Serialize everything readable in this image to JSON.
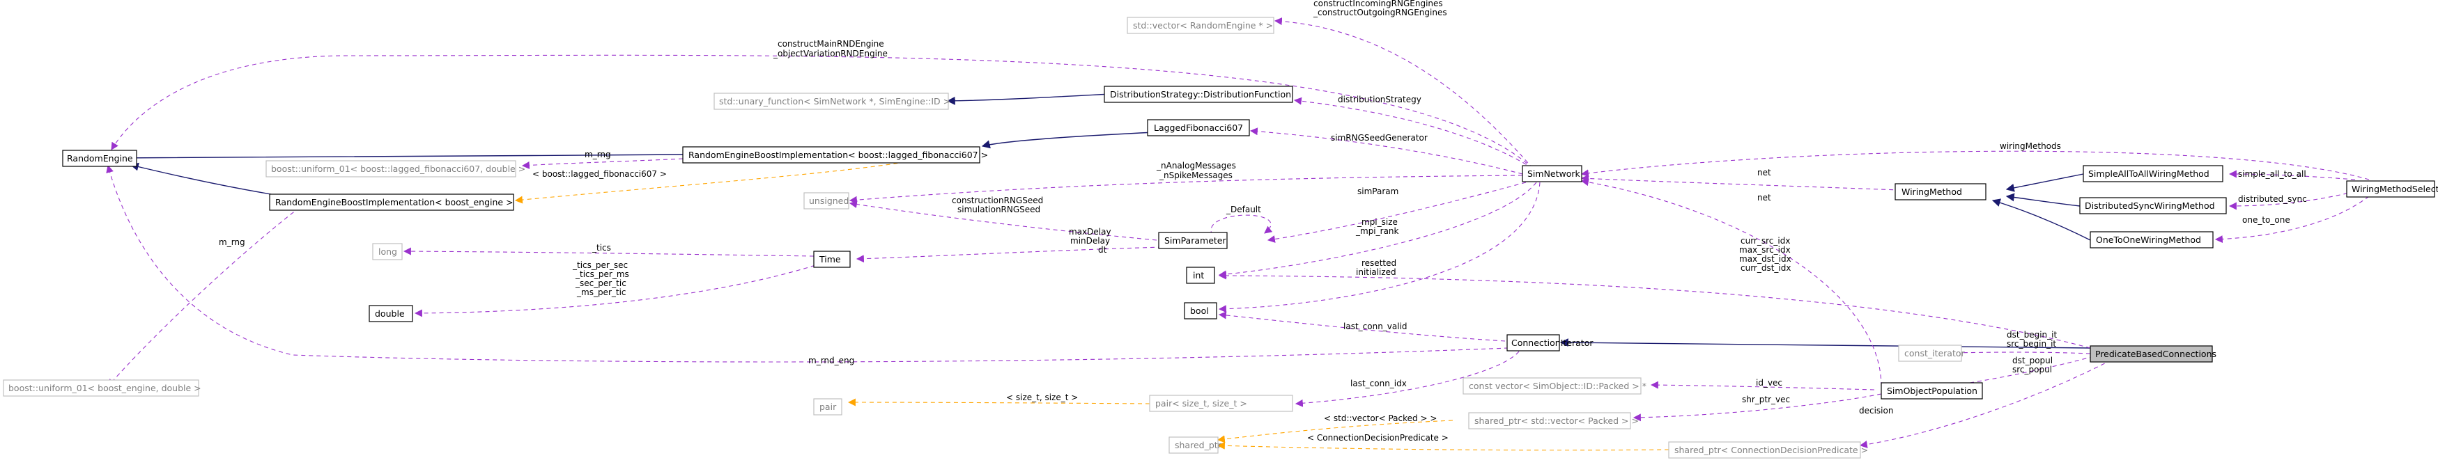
{
  "nodes": {
    "predicate": "PredicateBasedConnections",
    "random_engine": "RandomEngine",
    "boost_impl_lagged": "RandomEngineBoostImplementation< boost::lagged_fibonacci607 >",
    "boost_impl_engine": "RandomEngineBoostImplementation< boost_engine >",
    "uniform_lagged": "boost::uniform_01< boost::lagged_fibonacci607, double >",
    "uniform_engine": "boost::uniform_01< boost_engine, double >",
    "lagged": "LaggedFibonacci607",
    "unary_function": "std::unary_function< SimNetwork *, SimEngine::ID >",
    "distribution_function": "DistributionStrategy::DistributionFunction",
    "vector_random_engine": "std::vector< RandomEngine * >",
    "sim_network": "SimNetwork",
    "unsigned": "unsigned",
    "sim_parameter": "SimParameter",
    "long": "long",
    "time": "Time",
    "double": "double",
    "int": "int",
    "bool": "bool",
    "connection_iterator": "ConnectionIterator",
    "wiring_method": "WiringMethod",
    "simple_wiring": "SimpleAllToAllWiringMethod",
    "distributed_wiring": "DistributedSyncWiringMethod",
    "one_to_one_wiring": "OneToOneWiringMethod",
    "wiring_selector": "WiringMethodSelector",
    "const_iterator": "const_iterator",
    "const_vector_packed": "const vector< SimObject::ID::Packed > *",
    "sim_object_population": "SimObjectPopulation",
    "pair": "pair",
    "pair_size": "pair< size_t, size_t >",
    "shared_ptr_vector": "shared_ptr< std::vector< Packed > >",
    "shared_ptr": "shared_ptr",
    "shared_ptr_decision": "shared_ptr< ConnectionDecisionPredicate >"
  },
  "edge_labels": {
    "construct_incoming": "constructIncomingRNGEngines",
    "construct_outgoing": "_constructOutgoingRNGEngines",
    "construct_main": "constructMainRNDEngine",
    "object_variation": "_objectVariationRNDEngine",
    "distribution_strategy": "distributionStrategy",
    "sim_rng_seed_generator": "simRNGSeedGenerator",
    "m_rng": "m_rng",
    "boost_lagged_tmpl": "< boost::lagged_fibonacci607 >",
    "m_rng_lower": "m_rng",
    "analog_messages": "_nAnalogMessages",
    "spike_messages": "_nSpikeMessages",
    "construction_seed": "constructionRNGSeed",
    "simulation_seed": "simulationRNGSeed",
    "default": "_Default",
    "sim_param": "simParam",
    "tics": "_tics",
    "tics_per_sec": "_tics_per_sec",
    "tics_per_ms": "_tics_per_ms",
    "sec_per_tic": "_sec_per_tic",
    "ms_per_tic": "_ms_per_tic",
    "max_delay": "maxDelay",
    "min_delay": "minDelay",
    "dt": "dt",
    "mpi_size": "_mpi_size",
    "mpi_rank": "_mpi_rank",
    "resetted": "resetted",
    "initialized": "initialized",
    "last_conn_valid": "last_conn_valid",
    "m_rnd_eng": "m_rnd_eng",
    "last_conn_idx": "last_conn_idx",
    "size_pair_tmpl": "< size_t, size_t >",
    "wiring_methods": "wiringMethods",
    "net_wiring": "net",
    "simple_all_to_all": "simple_all_to_all",
    "distributed_sync": "distributed_sync",
    "one_to_one": "one_to_one",
    "net_population": "net",
    "curr_src_idx": "curr_src_idx",
    "max_src_idx": "max_src_idx",
    "max_dst_idx": "max_dst_idx",
    "curr_dst_idx": "curr_dst_idx",
    "dst_begin_it": "dst_begin_it",
    "src_begin_it": "src_begin_it",
    "dst_popul": "dst_popul",
    "src_popul": "src_popul",
    "id_vec": "id_vec",
    "shr_ptr_vec": "shr_ptr_vec",
    "std_vector_packed_tmpl": "< std::vector< Packed > >",
    "decision_tmpl": "< ConnectionDecisionPredicate >",
    "decision": "decision"
  }
}
